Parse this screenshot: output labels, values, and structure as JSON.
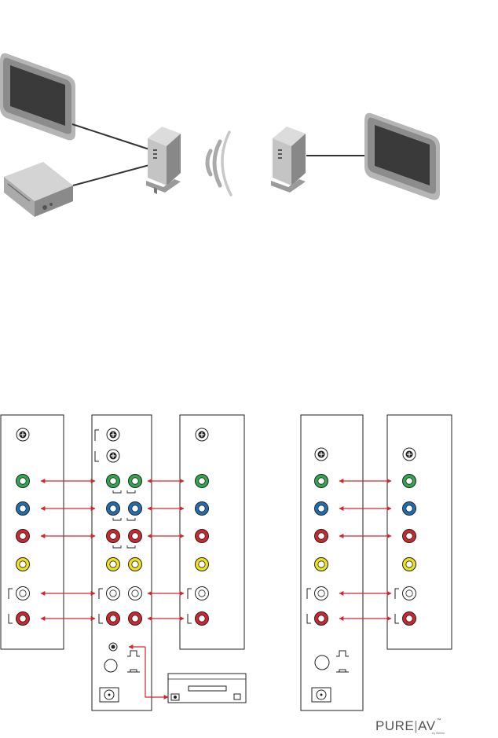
{
  "brand": {
    "name_left": "PURE",
    "separator": "|",
    "name_right": "AV",
    "trademark": "™",
    "tagline": "by Belkin"
  },
  "colors": {
    "green": "#2fa84f",
    "blue": "#1f6fb5",
    "red": "#d0262e",
    "yellow": "#f0e21b",
    "white": "#ffffff",
    "arrow": "#d0262e",
    "line": "#333333",
    "device_grey": "#9a9a9a",
    "screen_dark": "#3a3a3a"
  },
  "icons": {
    "tv_left": "flat-panel-tv-icon",
    "dvd": "dvd-player-icon",
    "transmitter": "wireless-transmitter-icon",
    "receiver": "wireless-receiver-icon",
    "tv_right": "flat-panel-tv-icon",
    "wireless": "wireless-signal-icon",
    "power_adapter": "power-adapter-icon"
  }
}
